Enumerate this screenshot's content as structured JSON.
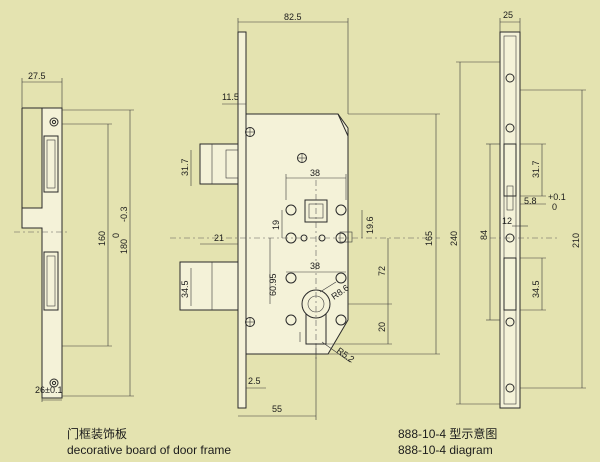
{
  "captions": {
    "left_cn": "门框装饰板",
    "left_en": "decorative board of door frame",
    "right_cn": "888-10-4 型示意图",
    "right_en": "888-10-4 diagram"
  },
  "dimensions": {
    "d27_5": "27.5",
    "d160": "160",
    "d180": "180",
    "d0": "0",
    "d_03": "-0.3",
    "d26": "26±0.1",
    "d82_5": "82.5",
    "d11_5": "11.5",
    "d31_7a": "31.7",
    "d38a": "38",
    "d19": "19",
    "d19_6": "19.6",
    "d21": "21",
    "d60_95": "60.95",
    "d38b": "38",
    "d72": "72",
    "d165": "165",
    "d34_5a": "34.5",
    "r8_6": "R8.6",
    "d20": "20",
    "r5_2": "R5.2",
    "d2_5": "2.5",
    "d55": "55",
    "d240": "240",
    "d25": "25",
    "d31_7b": "31.7",
    "d_01p": "+0.1",
    "d_01z": "0",
    "d5_8": "5.8",
    "d12": "12",
    "d84": "84",
    "d210": "210",
    "d34_5b": "34.5"
  }
}
